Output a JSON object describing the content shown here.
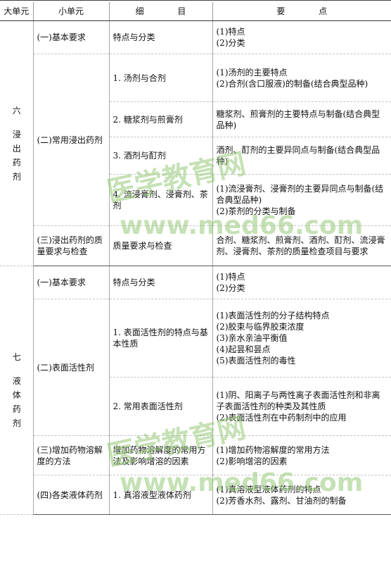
{
  "header": {
    "col_unit": "大单元",
    "col_subunit": "小单元",
    "col_detail": "细 目",
    "col_points": "要 点"
  },
  "units": [
    {
      "label": [
        "六",
        "浸",
        "出",
        "药",
        "剂"
      ],
      "subunits": [
        {
          "title": "(一)基本要求",
          "details": [
            {
              "title": "特点与分类",
              "points": [
                "(1)特点",
                "(2)分类"
              ]
            }
          ]
        },
        {
          "title": "(二)常用浸出药剂",
          "details": [
            {
              "title": "1. 汤剂与合剂",
              "points": [
                "(1)汤剂的主要特点",
                "(2)合剂(含口服液)的制备(结合典型品种)"
              ]
            },
            {
              "title": "2. 糖浆剂与煎膏剂",
              "points": [
                "糖浆剂、煎膏剂的主要特点与制备(结合典型品种)"
              ]
            },
            {
              "title": "3. 酒剂与酊剂",
              "points": [
                "酒剂、酊剂的主要异同点与制备(结合典型品种)"
              ]
            },
            {
              "title": "4. 流浸膏剂、浸膏剂、茶剂",
              "points": [
                "(1)流浸膏剂、浸膏剂的主要异同点与制备(结合典型品种)",
                "(2)茶剂的分类与制备"
              ]
            }
          ]
        },
        {
          "title": "(三)浸出药剂的质量要求与检查",
          "details": [
            {
              "title": "质量要求与检查",
              "points": [
                "合剂、糖浆剂、煎膏剂、酒剂、酊剂、流浸膏剂、浸膏剂、茶剂的质量检查项目与要求"
              ]
            }
          ]
        }
      ]
    },
    {
      "label": [
        "七",
        "液",
        "体",
        "药",
        "剂"
      ],
      "subunits": [
        {
          "title": "(一)基本要求",
          "details": [
            {
              "title": "特点与分类",
              "points": [
                "(1)特点",
                "(2)分类"
              ]
            }
          ]
        },
        {
          "title": "(二)表面活性剂",
          "details": [
            {
              "title": "1. 表面活性剂的特点与基本性质",
              "points": [
                "(1)表面活性剂的分子结构特点",
                "(2)胶束与临界胶束浓度",
                "(3)亲水亲油平衡值",
                "(4)起昙和昙点",
                "(5)表面活性剂的毒性"
              ]
            },
            {
              "title": "2. 常用表面活性剂",
              "points": [
                "(1)阴、阳离子与两性离子表面活性剂和非离子表面活性剂的种类及其性质",
                "(2)表面活性剂在中药制剂中的应用"
              ]
            }
          ]
        },
        {
          "title": "(三)增加药物溶解度的方法",
          "details": [
            {
              "title": "增加药物溶解度的常用方法及影响增溶的因素",
              "points": [
                "(1)增加药物溶解度的常用方法",
                "(2)影响增溶的因素"
              ]
            }
          ]
        },
        {
          "title": "(四)各类液体药剂",
          "details": [
            {
              "title": "1. 真溶液型液体药剂",
              "points": [
                "(1)真溶液型液体药剂的特点",
                "(2)芳香水剂、露剂、甘油剂的制备"
              ]
            }
          ]
        }
      ]
    }
  ],
  "watermarks": [
    "医学教育网",
    "www.med66.com",
    "医学教育网",
    "www.med66.com"
  ]
}
